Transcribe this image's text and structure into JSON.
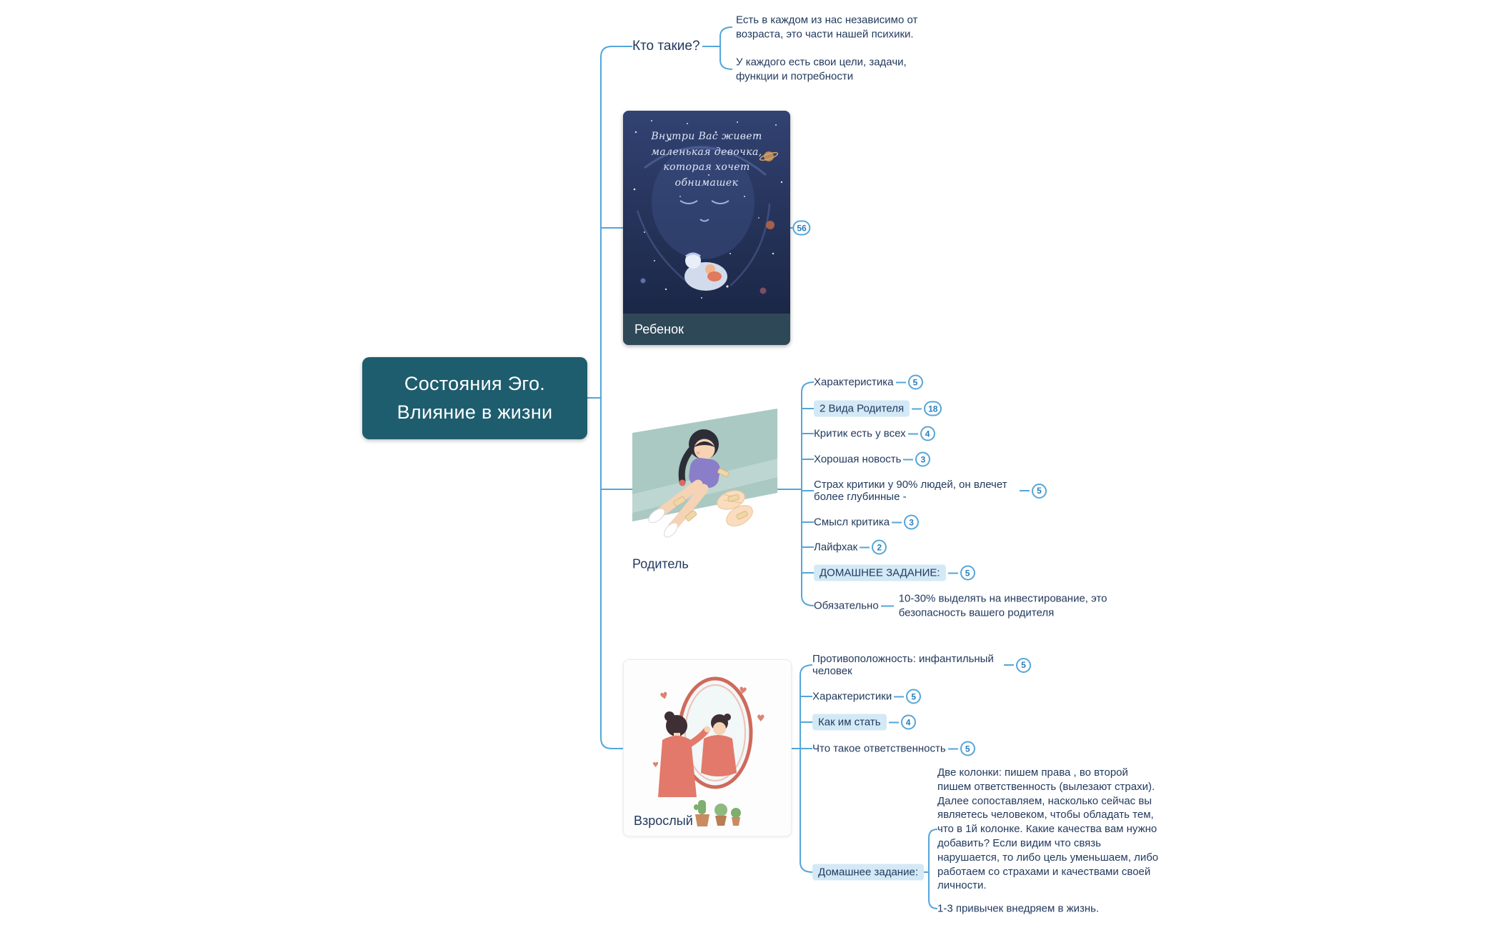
{
  "colors": {
    "accent_line": "#54a6d9",
    "root_bg": "#1e5d6e",
    "highlight_bg": "#d3e9f6",
    "badge_text": "#2d7db7",
    "text": "#223a5e"
  },
  "root": {
    "line1": "Состояния Эго.",
    "line2": "Влияние в жизни"
  },
  "who": {
    "label": "Кто такие?",
    "notes": [
      "Есть в каждом из нас независимо от возраста, это части нашей психики.",
      "У каждого есть свои цели, задачи, функции и потребности"
    ]
  },
  "child_branch": {
    "label": "Ребенок",
    "caption": "Внутри Вас живет\nмаленькая девочка,\nкоторая хочет обнимашек",
    "badge": "56"
  },
  "parent_branch": {
    "label": "Родитель",
    "items": [
      {
        "label": "Характеристика",
        "badge": "5"
      },
      {
        "label": "2 Вида Родителя",
        "badge": "18"
      },
      {
        "label": "Критик есть у всех",
        "badge": "4"
      },
      {
        "label": "Хорошая новость",
        "badge": "3"
      },
      {
        "label": "Страх критики у 90% людей, он влечет более глубинные -",
        "badge": "5"
      },
      {
        "label": "Смысл критика",
        "badge": "3"
      },
      {
        "label": "Лайфхак",
        "badge": "2"
      },
      {
        "label": "ДОМАШНЕЕ ЗАДАНИЕ:",
        "badge": "5"
      },
      {
        "label": "Обязательно",
        "note": "10-30% выделять на инвестирование, это безопасность вашего родителя"
      }
    ]
  },
  "adult_branch": {
    "label": "Взрослый",
    "items": [
      {
        "label": "Противоположность: инфантильный человек",
        "badge": "5"
      },
      {
        "label": "Характеристики",
        "badge": "5"
      },
      {
        "label": "Как им стать",
        "badge": "4"
      },
      {
        "label": "Что такое ответственность",
        "badge": "5"
      },
      {
        "label": "Домашнее задание:",
        "children": [
          "Две колонки: пишем права , во второй пишем ответственность (вылезают страхи).\nДалее сопоставляем, насколько сейчас вы являетесь человеком, чтобы обладать тем, что в 1й колонке. Какие качества вам нужно добавить? Если видим что связь нарушается, то либо цель уменьшаем, либо работаем со страхами и качествами своей личности.",
          "1-3 привычек внедряем в жизнь."
        ]
      }
    ]
  }
}
